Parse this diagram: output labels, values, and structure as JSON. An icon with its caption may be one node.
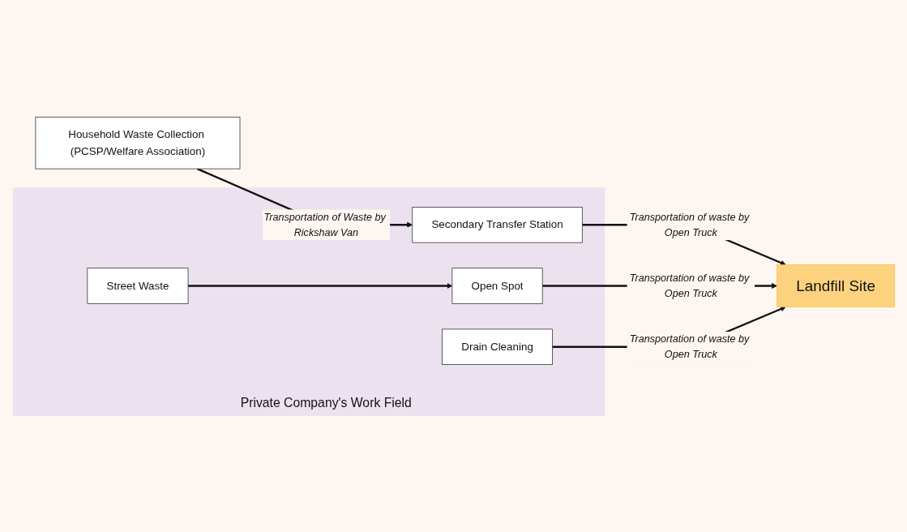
{
  "diagram": {
    "nodes": [
      {
        "text": [
          "Household Waste Collection (PCSP/Welfare Association)"
        ]
      },
      {
        "text": [
          "Private Company's Work Field"
        ]
      },
      {
        "text": [
          "Secondary Transfer Station"
        ],
        "in": 1
      },
      {
        "text": [
          "Street Waste"
        ],
        "in": 1
      },
      {
        "text": [
          "Open Spot"
        ],
        "in": 1
      },
      {
        "text": [
          "Drain Cleaning"
        ],
        "in": 1
      },
      {
        "text": [
          "Landfill Site"
        ]
      }
    ],
    "edges": [
      {
        "from": 0,
        "to": 2,
        "arrow": "to",
        "label": "Transportation of Waste by Rickshaw Van"
      },
      {
        "from": 3,
        "to": 4,
        "arrow": "to"
      },
      {
        "from": 2,
        "to": 6,
        "arrow": "to",
        "label": "Transportation of waste by Open Truck"
      },
      {
        "from": 4,
        "to": 6,
        "arrow": "to",
        "label": "Transportation of waste by Open Truck"
      },
      {
        "from": 5,
        "to": 6,
        "arrow": "to",
        "label": "Transportation of waste by Open Truck"
      }
    ]
  }
}
